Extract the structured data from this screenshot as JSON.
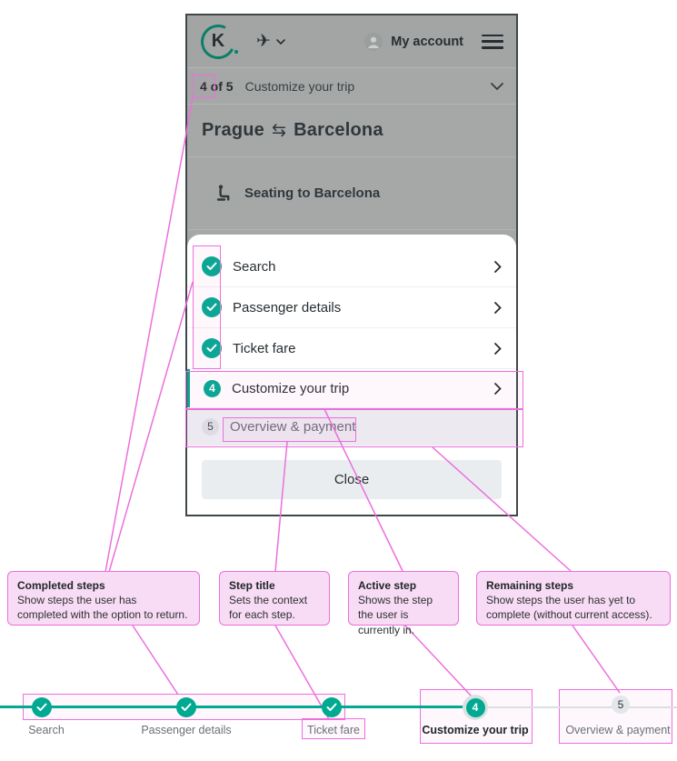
{
  "screen": {
    "header": {
      "logo_letter": "K",
      "airline_icon": "✈",
      "account_label": "My account"
    },
    "stepbar": {
      "progress": "4 of 5",
      "title": "Customize your trip"
    },
    "trip": {
      "origin": "Prague",
      "arrow": "⇆",
      "destination": "Barcelona"
    },
    "context_row": {
      "label": "Seating to Barcelona"
    },
    "steps_sheet": {
      "completed": [
        {
          "label": "Search"
        },
        {
          "label": "Passenger details"
        },
        {
          "label": "Ticket fare"
        }
      ],
      "active": {
        "number": "4",
        "label": "Customize your trip"
      },
      "remaining": {
        "number": "5",
        "label": "Overview & payment"
      },
      "close_label": "Close"
    }
  },
  "annotations": [
    {
      "title": "Completed steps",
      "body": "Show steps the user has completed with the option to return."
    },
    {
      "title": "Step title",
      "body": "Sets the context for each step."
    },
    {
      "title": "Active step",
      "body": "Shows the step the user is currently in."
    },
    {
      "title": "Remaining steps",
      "body": "Show steps the user has yet to complete (without current access)."
    }
  ],
  "stepper": {
    "completed": [
      {
        "label": "Search"
      },
      {
        "label": "Passenger details"
      },
      {
        "label": "Ticket fare"
      }
    ],
    "active": {
      "number": "4",
      "label": "Customize your trip"
    },
    "upcoming": {
      "number": "5",
      "label": "Overview & payment"
    }
  },
  "colors": {
    "brand_teal": "#00a991",
    "annotation_pink": "#ec6fdd",
    "annotation_fill": "#f8dbf4",
    "dim_overlay_gray": "#a5a8a7",
    "remaining_row_bg": "#edf0f2",
    "close_button_bg": "#e9edf0"
  }
}
